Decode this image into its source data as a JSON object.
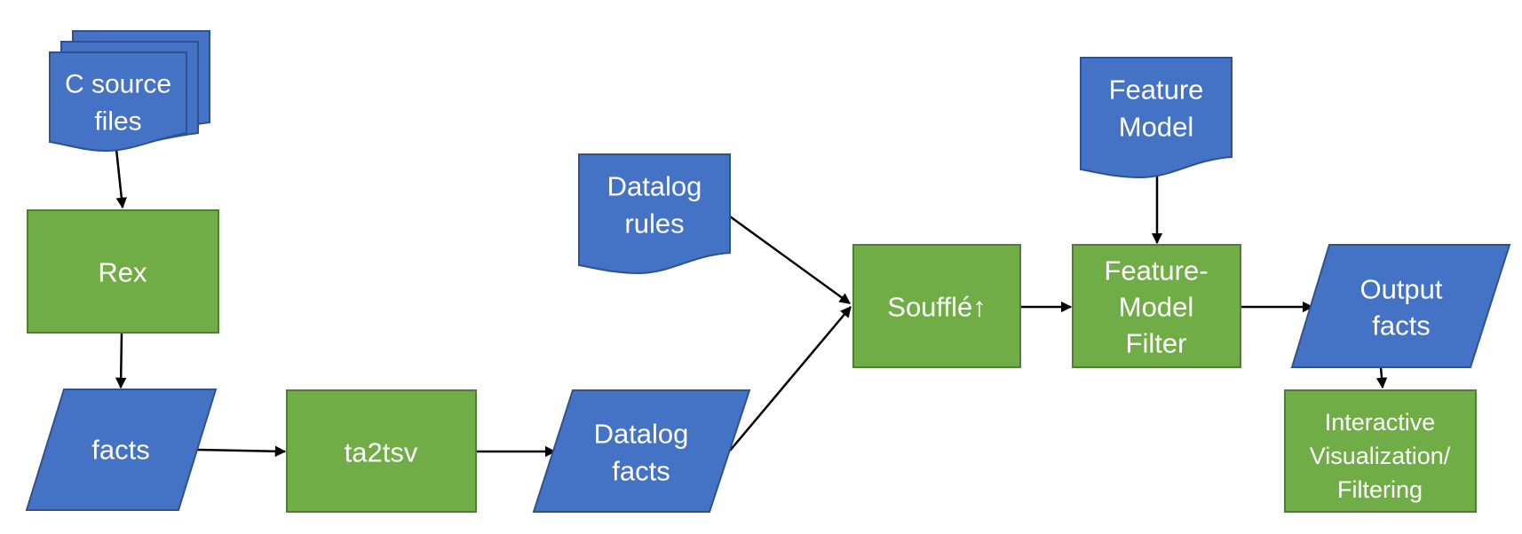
{
  "colors": {
    "data_node": "#4472C4",
    "process_node": "#70AD47",
    "stroke_data": "#2F528F",
    "stroke_process": "#507E32",
    "text": "#FFFFFF",
    "edge": "#000000"
  },
  "nodes": {
    "c_source_files": {
      "shape": "multi-document",
      "lines": [
        "C source",
        "files"
      ]
    },
    "rex": {
      "shape": "process",
      "lines": [
        "Rex"
      ]
    },
    "facts": {
      "shape": "data",
      "lines": [
        "facts"
      ]
    },
    "ta2tsv": {
      "shape": "process",
      "lines": [
        "ta2tsv"
      ]
    },
    "datalog_facts": {
      "shape": "data",
      "lines": [
        "Datalog",
        "facts"
      ]
    },
    "datalog_rules": {
      "shape": "document",
      "lines": [
        "Datalog",
        "rules"
      ]
    },
    "souffle": {
      "shape": "process",
      "lines": [
        "Soufflé↑"
      ]
    },
    "feature_model": {
      "shape": "document",
      "lines": [
        "Feature",
        "Model"
      ]
    },
    "feature_model_filter": {
      "shape": "process",
      "lines": [
        "Feature-",
        "Model",
        "Filter"
      ]
    },
    "output_facts": {
      "shape": "data",
      "lines": [
        "Output",
        "facts"
      ]
    },
    "interactive_visualization": {
      "shape": "process",
      "lines": [
        "Interactive",
        "Visualization/",
        "Filtering"
      ]
    }
  },
  "edges": [
    {
      "from": "c_source_files",
      "to": "rex"
    },
    {
      "from": "rex",
      "to": "facts"
    },
    {
      "from": "facts",
      "to": "ta2tsv"
    },
    {
      "from": "ta2tsv",
      "to": "datalog_facts"
    },
    {
      "from": "datalog_facts",
      "to": "souffle"
    },
    {
      "from": "datalog_rules",
      "to": "souffle"
    },
    {
      "from": "souffle",
      "to": "feature_model_filter"
    },
    {
      "from": "feature_model",
      "to": "feature_model_filter"
    },
    {
      "from": "feature_model_filter",
      "to": "output_facts"
    },
    {
      "from": "output_facts",
      "to": "interactive_visualization"
    }
  ]
}
